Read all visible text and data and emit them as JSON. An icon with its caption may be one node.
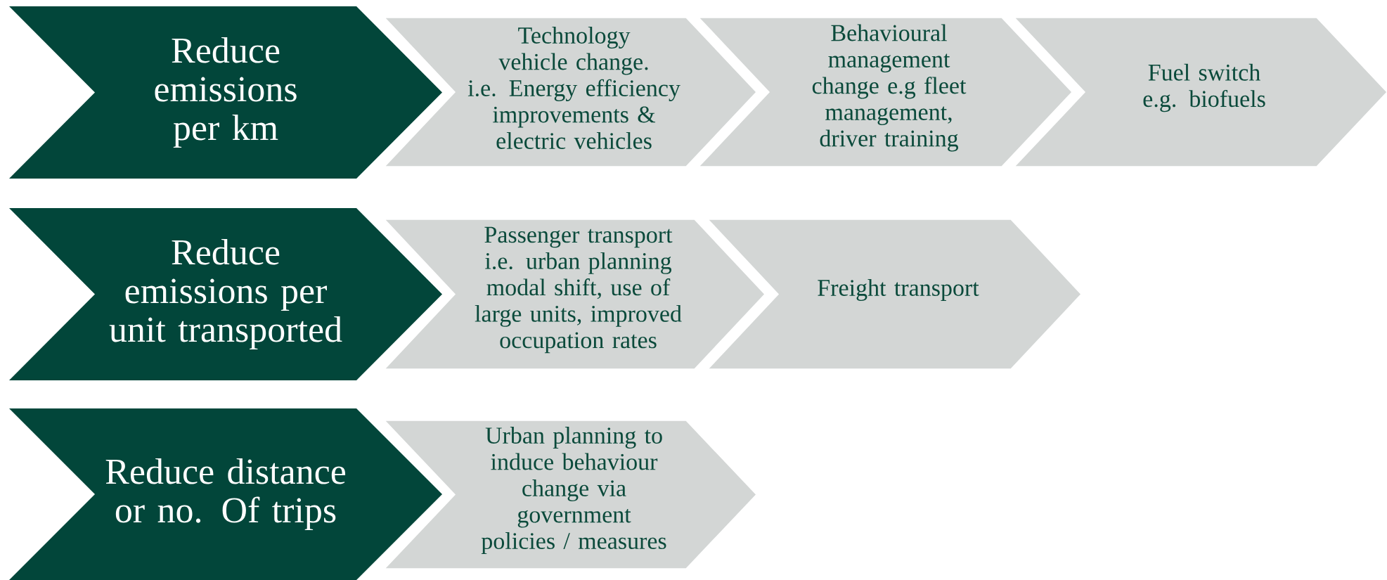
{
  "diagram": {
    "nodes": [
      {
        "text": [
          "Reduce emissions per km"
        ]
      },
      {
        "text": [
          "Technology vehicle change. i.e. Energy efficiency improvements & electric vehicles"
        ]
      },
      {
        "text": [
          "Behavioural management change e.g fleet management, driver training"
        ]
      },
      {
        "text": [
          "Fuel switch e.g. biofuels"
        ]
      },
      {
        "text": [
          "Reduce emissions per unit transported"
        ]
      },
      {
        "text": [
          "Passenger transport i.e. urban planning modal shift, use of large units, improved occupation rates"
        ]
      },
      {
        "text": [
          "Freight transport"
        ]
      },
      {
        "text": [
          "Reduce distance or no. Of trips"
        ]
      },
      {
        "text": [
          "Urban planning to induce behaviour change via government policies / measures"
        ]
      }
    ]
  }
}
